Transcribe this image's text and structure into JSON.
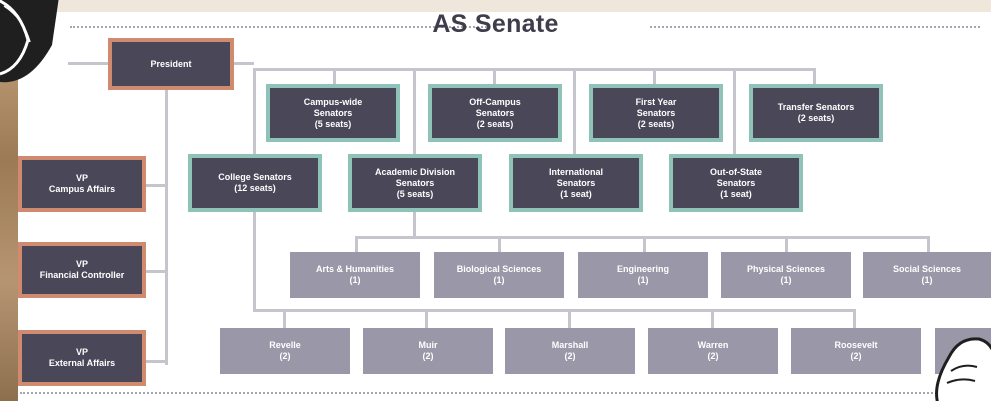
{
  "title": "AS Senate",
  "officers": [
    {
      "label": "President"
    },
    {
      "label": "VP\nCampus Affairs"
    },
    {
      "label": "VP\nFinancial Controller"
    },
    {
      "label": "VP\nExternal Affairs"
    }
  ],
  "senators_top": [
    {
      "label": "Campus-wide\nSenators\n(5 seats)"
    },
    {
      "label": "Off-Campus\nSenators\n(2 seats)"
    },
    {
      "label": "First Year\nSenators\n(2 seats)"
    },
    {
      "label": "Transfer Senators\n(2 seats)"
    }
  ],
  "senators_mid": [
    {
      "label": "College Senators\n(12 seats)"
    },
    {
      "label": "Academic Division\nSenators\n(5 seats)"
    },
    {
      "label": "International\nSenators\n(1 seat)"
    },
    {
      "label": "Out-of-State\nSenators\n(1 seat)"
    }
  ],
  "divisions": [
    {
      "label": "Arts & Humanities\n(1)"
    },
    {
      "label": "Biological Sciences\n(1)"
    },
    {
      "label": "Engineering\n(1)"
    },
    {
      "label": "Physical Sciences\n(1)"
    },
    {
      "label": "Social Sciences\n(1)"
    }
  ],
  "colleges": [
    {
      "label": "Revelle\n(2)"
    },
    {
      "label": "Muir\n(2)"
    },
    {
      "label": "Marshall\n(2)"
    },
    {
      "label": "Warren\n(2)"
    },
    {
      "label": "Roosevelt\n(2)"
    }
  ],
  "colors": {
    "dark_box": "#4a4758",
    "officer_border": "#d08a6f",
    "senator_border": "#8fc3b7",
    "light_box": "#9a97a8"
  }
}
